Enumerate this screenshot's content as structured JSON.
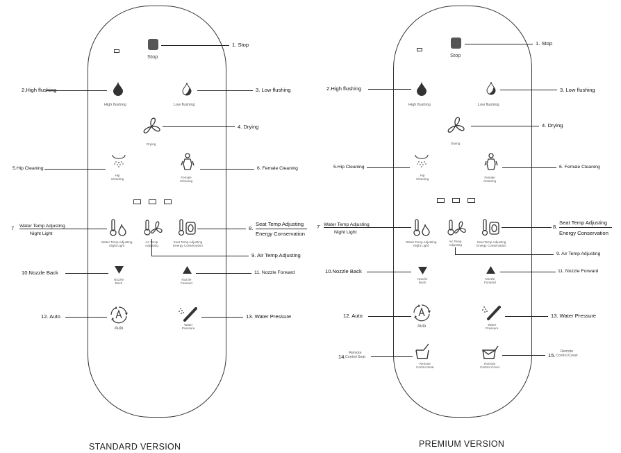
{
  "standard": {
    "caption": "STANDARD VERSION",
    "stop": "Stop",
    "high_flushing": "High flushing",
    "low_flushing": "Low flushing",
    "drying": "Drying",
    "hip": [
      "Hip",
      "Cleaning"
    ],
    "female": [
      "Female",
      "Cleaning"
    ],
    "water_temp": [
      "Water Temp Adjusting",
      "Night Light"
    ],
    "air_temp": [
      "Air Temp",
      "Adjusting"
    ],
    "seat_temp": [
      "Seat Temp Adjusting",
      "Energy Conservation"
    ],
    "nozzle_back": [
      "Nozzle",
      "Back"
    ],
    "nozzle_forward": [
      "Nozzle",
      "Forward"
    ],
    "auto": "Auto",
    "water_pressure": [
      "Water",
      "Pressure"
    ],
    "callouts": {
      "stop": "1. Stop",
      "high_flushing": "2.High flushing",
      "low_flushing": "3. Low flushing",
      "drying": "4. Drying",
      "hip_cleaning": "5.Hip Cleaning",
      "female_cleaning": "6. Female Cleaning",
      "seven": "7",
      "water_temp": "Water Temp Adjusting",
      "night_light": "Night Light",
      "eight": "8.",
      "seat_temp": "Seat Temp Adjusting",
      "energy": "Energy Conservation",
      "air_temp": "9. Air Temp Adjusting",
      "nozzle_back": "10.Nozzle Back",
      "nozzle_forward": "11. Nozzle Forward",
      "auto": "12. Auto",
      "water_pressure": "13. Water Pressure"
    }
  },
  "premium": {
    "caption": "PREMIUM VERSION",
    "stop": "Stop",
    "high_flushing": "High flushing",
    "low_flushing": "Low flushing",
    "drying": "Drying",
    "hip": [
      "Hip",
      "Cleaning"
    ],
    "female": [
      "Female",
      "Cleaning"
    ],
    "water_temp": [
      "Water Temp Adjusting",
      "Night Light"
    ],
    "air_temp": [
      "Air Temp",
      "Adjusting"
    ],
    "seat_temp": [
      "Seat Temp Adjusting",
      "Energy Conservation"
    ],
    "nozzle_back": [
      "Nozzle",
      "Back"
    ],
    "nozzle_forward": [
      "Nozzle",
      "Forward"
    ],
    "auto": "Auto",
    "water_pressure": [
      "Water",
      "Pressure"
    ],
    "remote_seat": [
      "Remote",
      "Control Seat"
    ],
    "remote_cover": [
      "Remote",
      "Control Cover"
    ],
    "callouts": {
      "stop": "1. Stop",
      "high_flushing": "2.High flushing",
      "low_flushing": "3. Low flushing",
      "drying": "4. Drying",
      "hip_cleaning": "5.Hip Cleaning",
      "female_cleaning": "6. Female Cleaning",
      "seven": "7",
      "water_temp": "Water Temp Adjusting",
      "night_light": "Night Light",
      "eight": "8.",
      "seat_temp": "Seat Temp Adjusting",
      "energy": "Energy Conservation",
      "air_temp": "9. Air Temp Adjusting",
      "nozzle_back": "10.Nozzle Back",
      "nozzle_forward": "11. Nozzle Forward",
      "auto": "12. Auto",
      "water_pressure": "13. Water Pressure",
      "remote_seat_num": "14.",
      "remote_seat": [
        "Remote",
        "Control Seat"
      ],
      "remote_cover_num": "15.",
      "remote_cover": [
        "Remote",
        "Control Cover"
      ]
    }
  }
}
